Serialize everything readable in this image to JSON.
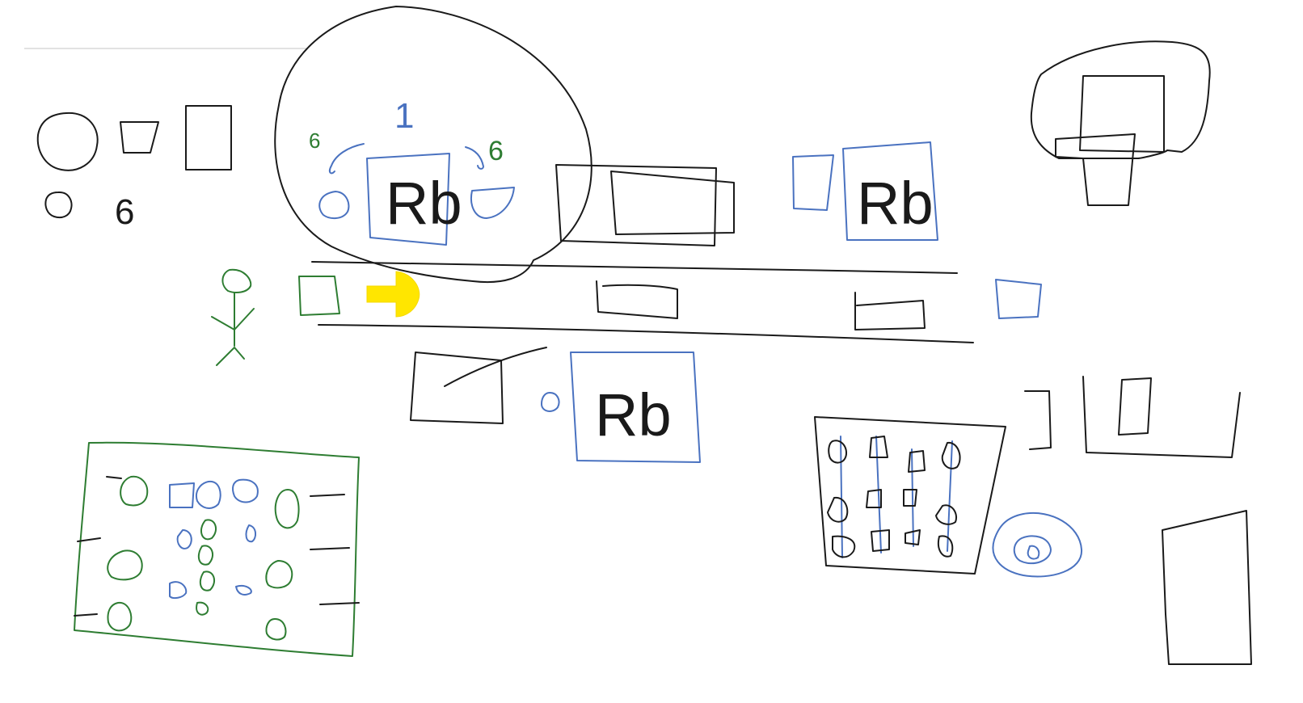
{
  "colors": {
    "ink": "#1a1a1a",
    "blue": "#4a72c0",
    "green": "#2e7d32",
    "yellow": "#ffe600",
    "background": "#ffffff"
  },
  "labels": {
    "legend_number": "6",
    "number_one": "1",
    "small_six_left": "6",
    "small_six_right": "6",
    "rb_top_left": "Rb",
    "rb_top_right": "Rb",
    "rb_bottom": "Rb"
  },
  "icons": {
    "arrow": "yellow-turn-arrow-icon",
    "person": "stick-figure-icon"
  }
}
